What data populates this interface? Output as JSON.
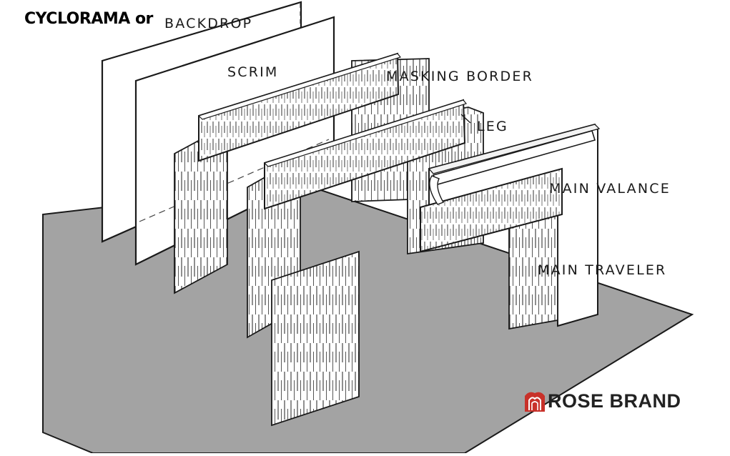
{
  "header": {
    "cyclorama": "CYCLORAMA",
    "or": "or"
  },
  "labels": {
    "backdrop": "BACKDROP",
    "scrim": "SCRIM",
    "masking_border": "MASKING BORDER",
    "leg": "LEG",
    "main_valance": "MAIN VALANCE",
    "main_traveler": "MAIN TRAVELER"
  },
  "brand": {
    "name": "ROSE BRAND",
    "logo_icon": "rose-logo-icon",
    "color": "#c8312a"
  },
  "colors": {
    "stage_floor": "#a3a3a3",
    "outline": "#222222",
    "panel": "#ffffff"
  }
}
